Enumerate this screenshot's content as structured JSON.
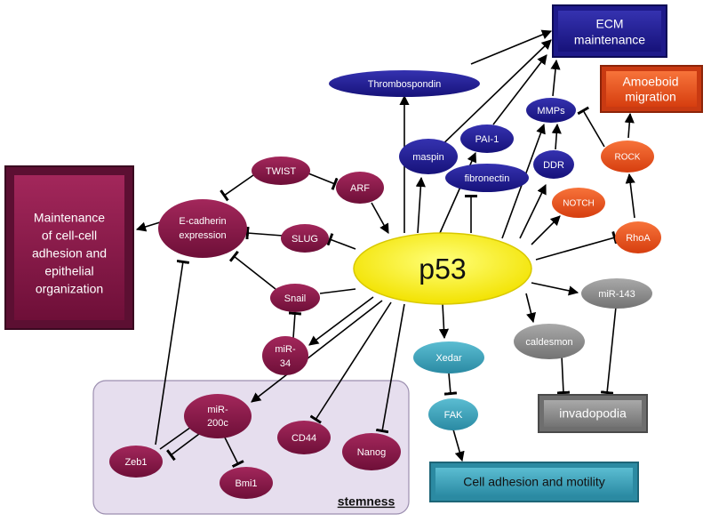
{
  "colors": {
    "maroon": "#8a1a4a",
    "navy": "#1f1b8c",
    "orange": "#e8501c",
    "teal": "#3aa0b8",
    "gray": "#8a8a8a",
    "yellow": "#f7f01a",
    "stemness_bg": "#e8e0ee"
  },
  "center": {
    "label": "p53"
  },
  "boxes": {
    "ecm": "ECM maintenance",
    "ecm_lines": [
      "ECM",
      "maintenance"
    ],
    "amoeboid_lines": [
      "Amoeboid",
      "migration"
    ],
    "maintenance_lines": [
      "Maintenance",
      "of cell-cell",
      "adhesion and",
      "epithelial",
      "organization"
    ],
    "invadopodia": "invadopodia",
    "cell_adhesion": "Cell adhesion and motility",
    "stemness": "stemness"
  },
  "nodes": {
    "thrombospondin": "Thrombospondin",
    "maspin": "maspin",
    "pai1": "PAI-1",
    "fibronectin": "fibronectin",
    "mmps": "MMPs",
    "ddr": "DDR",
    "rock": "ROCK",
    "notch": "NOTCH",
    "rhoa": "RhoA",
    "twist": "TWIST",
    "arf": "ARF",
    "ecadherin_lines": [
      "E-cadherin",
      "expression"
    ],
    "slug": "SLUG",
    "snail": "Snail",
    "mir34_lines": [
      "miR-",
      "34"
    ],
    "mir200c_lines": [
      "miR-",
      "200c"
    ],
    "zeb1": "Zeb1",
    "bmi1": "Bmi1",
    "cd44": "CD44",
    "nanog": "Nanog",
    "mir143": "miR-143",
    "caldesmon": "caldesmon",
    "xedar": "Xedar",
    "fak": "FAK"
  }
}
